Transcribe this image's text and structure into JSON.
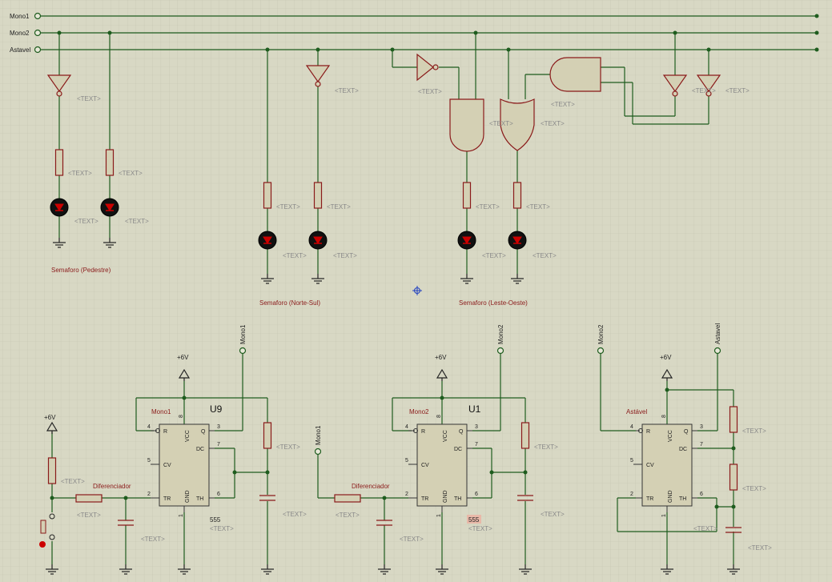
{
  "buses": [
    "Mono1",
    "Mono2",
    "Astavel"
  ],
  "placeholder": "<TEXT>",
  "group_labels": [
    "Semaforo (Pedestre)",
    "Semaforo (Norte-Sul)",
    "Semaforo (Leste-Oeste)"
  ],
  "supply": "+6V",
  "ic_type": "555",
  "timers": [
    {
      "ref": "U9",
      "name": "Mono1",
      "input": "",
      "output": "Mono1"
    },
    {
      "ref": "U1",
      "name": "Mono2",
      "input": "Mono1",
      "output": "Mono2"
    },
    {
      "ref": "",
      "name": "Astável",
      "input": "Mono2",
      "output": "Astavel"
    }
  ],
  "differentiator_label": "Diferenciador",
  "pin_labels": {
    "R": "R",
    "VCC": "VCC",
    "Q": "Q",
    "DC": "DC",
    "CV": "CV",
    "TR": "TR",
    "GND": "GND",
    "TH": "TH"
  },
  "pin_numbers": {
    "p1": "1",
    "p2": "2",
    "p3": "3",
    "p4": "4",
    "p5": "5",
    "p6": "6",
    "p7": "7",
    "p8": "8"
  },
  "colors": {
    "background": "#d8d8c4",
    "grid": "#c2c2ae",
    "wire": "#1e5c1e",
    "component": "#8a1a1a",
    "ic_fill": "#d4d0b4"
  }
}
